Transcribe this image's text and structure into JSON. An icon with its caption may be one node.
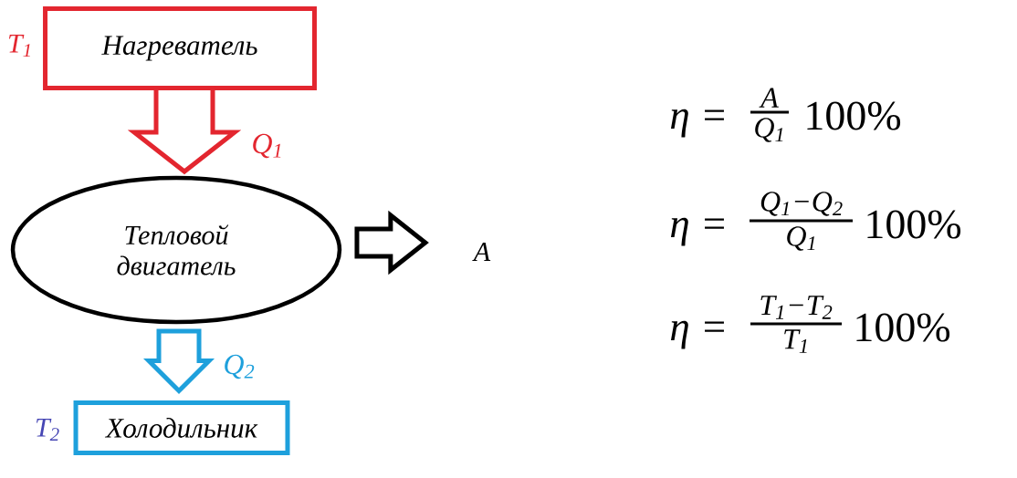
{
  "diagram": {
    "nodes": [
      {
        "text": [
          "Нагреватель"
        ],
        "beside": [
          "T$_{1}$"
        ]
      },
      {
        "text": [
          "Тепловой двигатель"
        ]
      },
      {
        "text": [
          "A"
        ]
      },
      {
        "text": [
          "Холодильник"
        ],
        "beside": [
          "T$_{2}$"
        ]
      }
    ],
    "edges": [
      {
        "from": 0,
        "to": 1,
        "arrow": "to",
        "label": "Q$_{1}$",
        "color": "#e3262f"
      },
      {
        "from": 1,
        "to": 2,
        "arrow": "to",
        "color": "#000000"
      },
      {
        "from": 1,
        "to": 3,
        "arrow": "to",
        "label": "Q$_{2}$",
        "color": "#1ea0dc"
      }
    ],
    "labels": [
      "η =",
      "A",
      "Q$_{1}$",
      "100%",
      "η =",
      "Q$_{1}$−Q$_{2}$",
      "Q$_{1}$",
      "100%",
      "η =",
      "T$_{1}$−T$_{2}$",
      "T$_{1}$",
      "100%"
    ]
  }
}
